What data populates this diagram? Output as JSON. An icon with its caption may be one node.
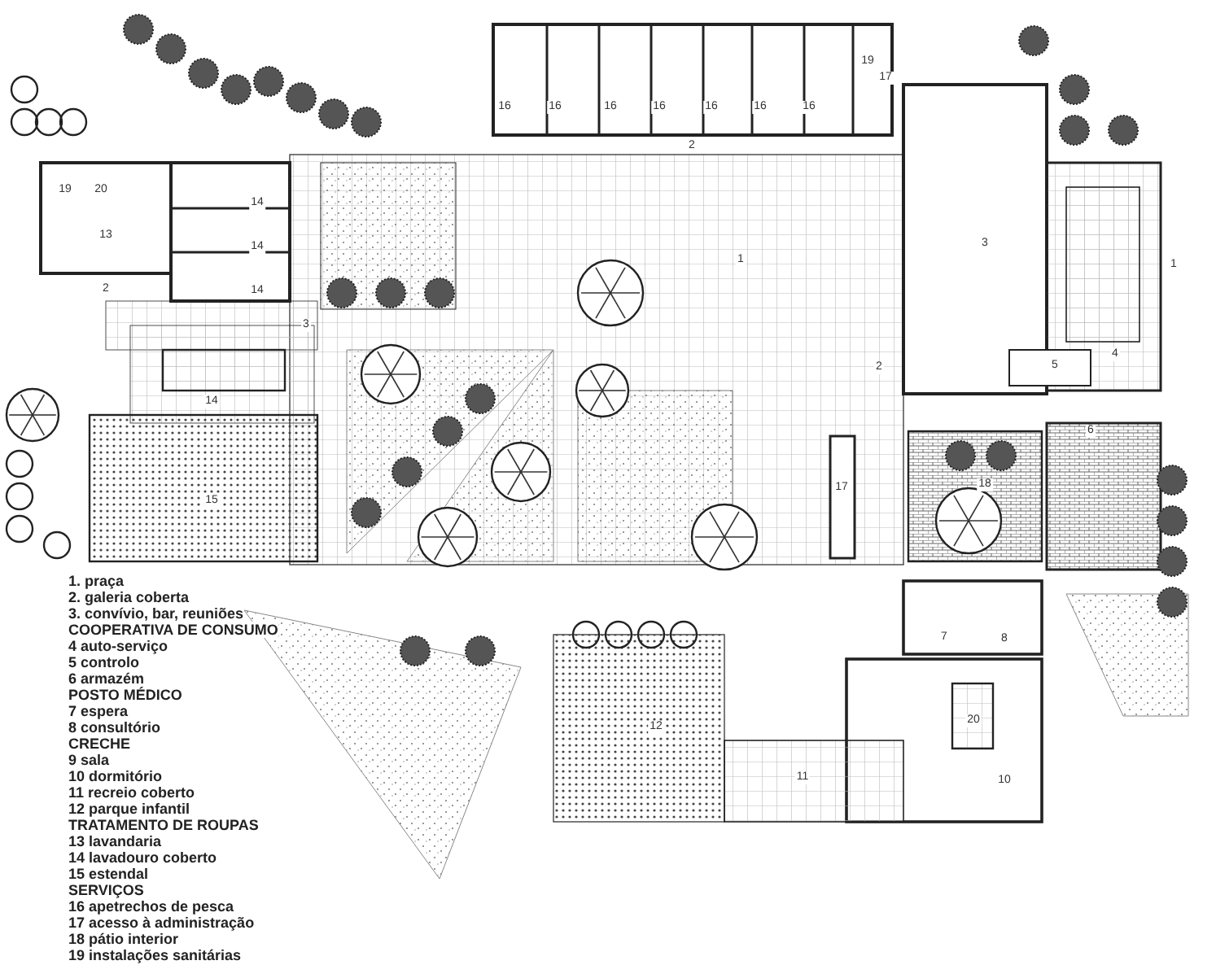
{
  "diagram": {
    "labels": [
      "19",
      "17",
      "16",
      "16",
      "16",
      "16",
      "16",
      "16",
      "16",
      "2",
      "19",
      "20",
      "14",
      "13",
      "14",
      "3",
      "1",
      "1",
      "2",
      "14",
      "3",
      "4",
      "2",
      "5",
      "14",
      "6",
      "17",
      "18",
      "15",
      "7",
      "8",
      "20",
      "12",
      "11",
      "10",
      "1. praça",
      "2. galeria coberta",
      "3. convívio, bar, reuniões",
      "COOPERATIVA DE CONSUMO",
      "4 auto-serviço",
      "5 controlo",
      "6 armazém",
      "POSTO MÉDICO",
      "7 espera",
      "8 consultório",
      "CRECHE",
      "9 sala",
      "10 dormitório",
      "11 recreio coberto",
      "12 parque infantil",
      "TRATAMENTO DE ROUPAS",
      "13 lavandaria",
      "14 lavadouro coberto",
      "15 estendal",
      "SERVIÇOS",
      "16 apetrechos de pesca",
      "17 acesso à administração",
      "18 pátio interior",
      "19 instalações sanitárias"
    ]
  }
}
